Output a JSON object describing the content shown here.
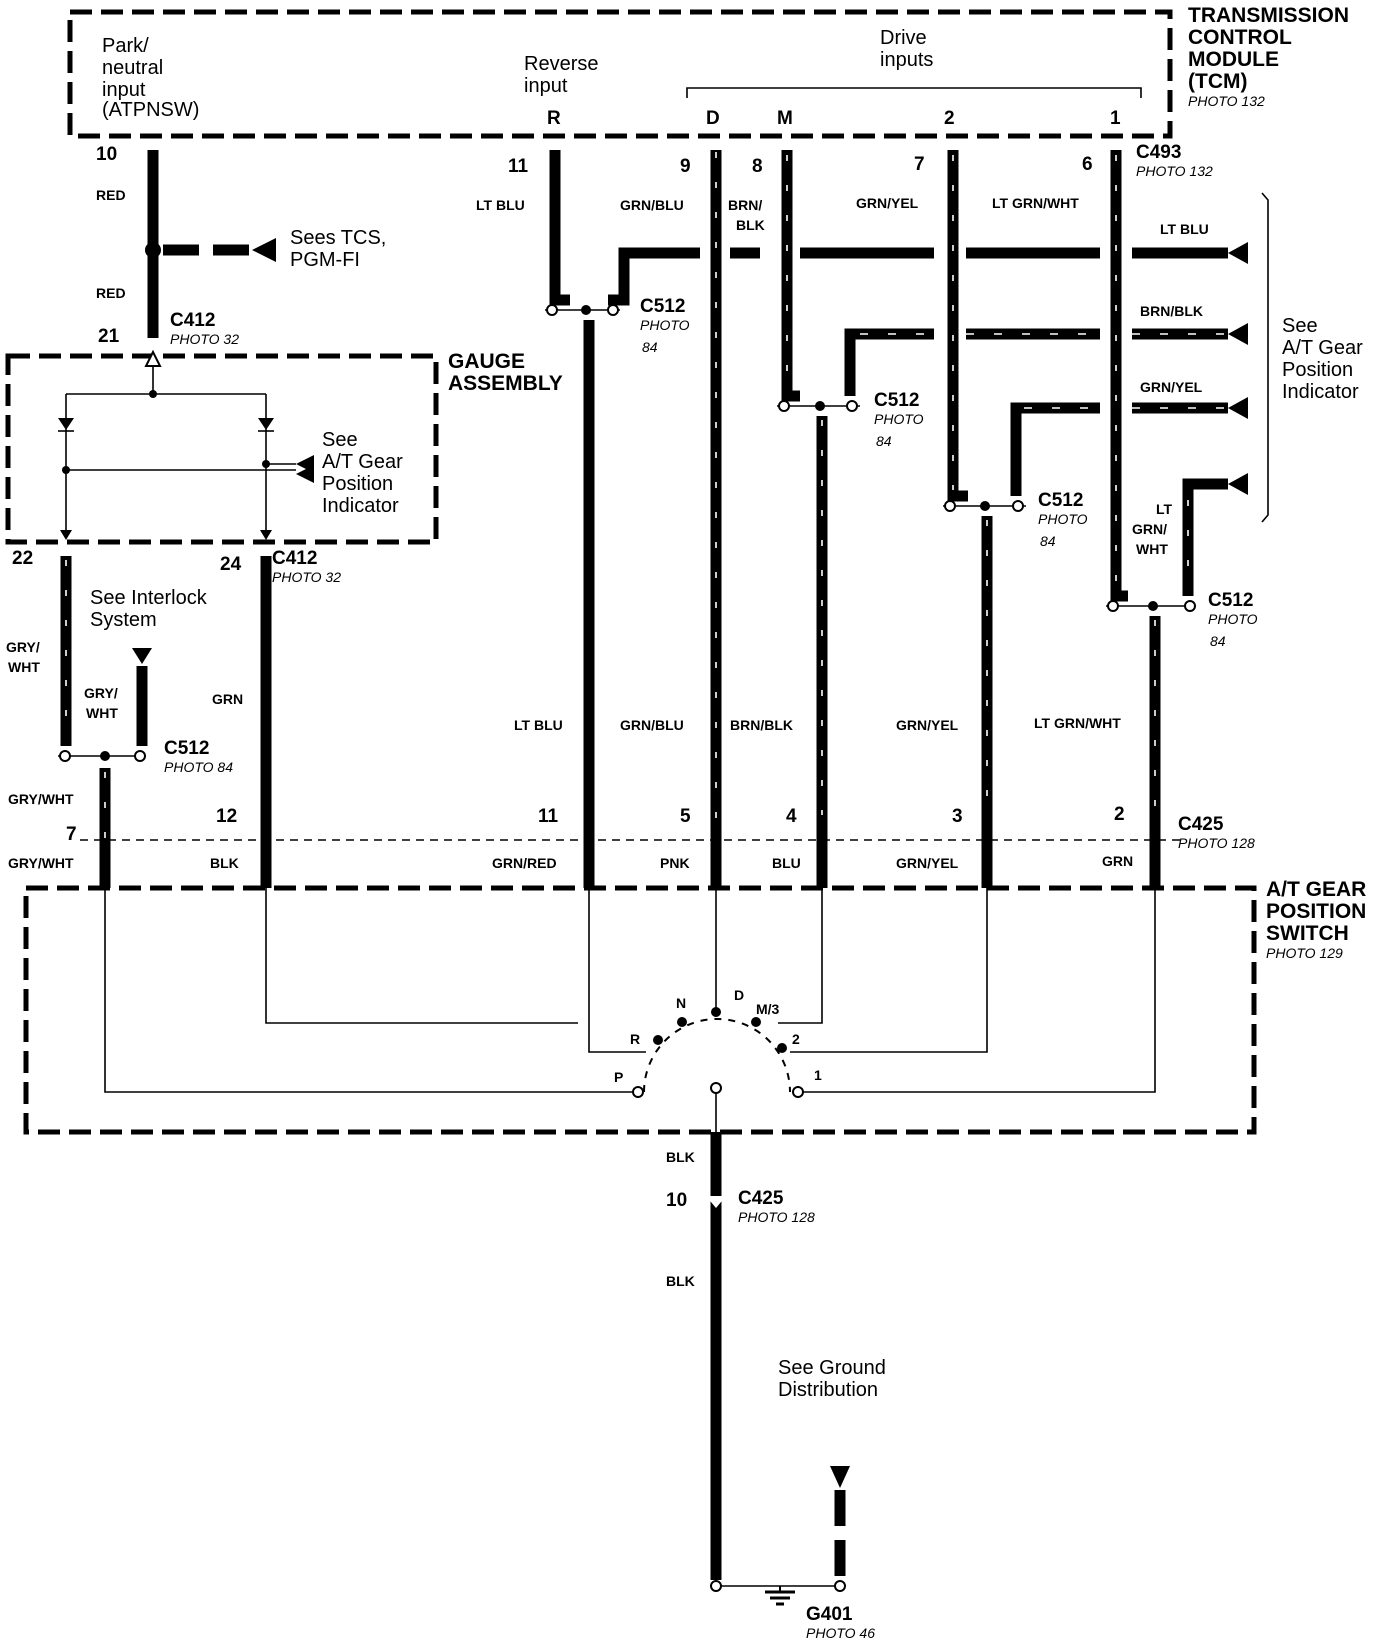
{
  "tcm": {
    "title_lines": [
      "TRANSMISSION",
      "CONTROL",
      "MODULE",
      "(TCM)"
    ],
    "photo": "PHOTO 132",
    "park_neutral_lines": [
      "Park/",
      "neutral",
      "input",
      "(ATPNSW)"
    ],
    "reverse_input_lines": [
      "Reverse",
      "input"
    ],
    "drive_inputs_lines": [
      "Drive",
      "inputs"
    ],
    "internal_labels": [
      "R",
      "D",
      "M",
      "2",
      "1"
    ]
  },
  "c493": {
    "name": "C493",
    "photo": "PHOTO 132"
  },
  "tcm_pins": [
    "10",
    "11",
    "9",
    "8",
    "7",
    "6"
  ],
  "upper_wires": {
    "red_top": "RED",
    "red_bottom": "RED",
    "lt_blu": "LT BLU",
    "grn_blu": "GRN/BLU",
    "brn_blk_lines": [
      "BRN/",
      "BLK"
    ],
    "grn_yel": "GRN/YEL",
    "lt_grn_wht": "LT GRN/WHT"
  },
  "sees_tcs_lines": [
    "Sees TCS,",
    "PGM-FI"
  ],
  "c412_top": {
    "name": "C412",
    "photo": "PHOTO 32",
    "pin": "21"
  },
  "gauge": {
    "title_lines": [
      "GAUGE",
      "ASSEMBLY"
    ],
    "see_lines": [
      "See",
      "A/T Gear",
      "Position",
      "Indicator"
    ]
  },
  "c412_bottom": {
    "name": "C412",
    "photo": "PHOTO 32",
    "pins": [
      "22",
      "24"
    ]
  },
  "interlock_lines": [
    "See Interlock",
    "System"
  ],
  "left_wires": {
    "gry_wht_left_lines": [
      "GRY/",
      "WHT"
    ],
    "gry_wht_inner_lines": [
      "GRY/",
      "WHT"
    ],
    "grn": "GRN",
    "gry_wht_mid": "GRY/WHT",
    "gry_wht_low": "GRY/WHT"
  },
  "right_group": {
    "wires": [
      "LT BLU",
      "BRN/BLK",
      "GRN/YEL"
    ],
    "lt_grn_wht_lines": [
      "LT",
      "GRN/",
      "WHT"
    ],
    "see_lines": [
      "See",
      "A/T Gear",
      "Position",
      "Indicator"
    ]
  },
  "c512": {
    "name": "C512",
    "photo": "PHOTO 84",
    "photo_lines": [
      "PHOTO",
      "84"
    ]
  },
  "mid_wires": [
    "LT BLU",
    "GRN/BLU",
    "BRN/BLK",
    "GRN/YEL",
    "LT GRN/WHT"
  ],
  "c425": {
    "name": "C425",
    "photo": "PHOTO 128"
  },
  "c425_pins": [
    "7",
    "12",
    "11",
    "5",
    "4",
    "3",
    "2"
  ],
  "lower_wires": [
    "GRY/WHT",
    "BLK",
    "GRN/RED",
    "PNK",
    "BLU",
    "GRN/YEL",
    "GRN"
  ],
  "switch": {
    "title_lines": [
      "A/T GEAR",
      "POSITION",
      "SWITCH"
    ],
    "photo": "PHOTO 129",
    "positions": [
      "P",
      "R",
      "N",
      "D",
      "M/3",
      "2",
      "1"
    ]
  },
  "ground_path": {
    "blk_top": "BLK",
    "pin": "10",
    "blk_bottom": "BLK",
    "see_lines": [
      "See Ground",
      "Distribution"
    ]
  },
  "g401": {
    "name": "G401",
    "photo": "PHOTO 46"
  }
}
